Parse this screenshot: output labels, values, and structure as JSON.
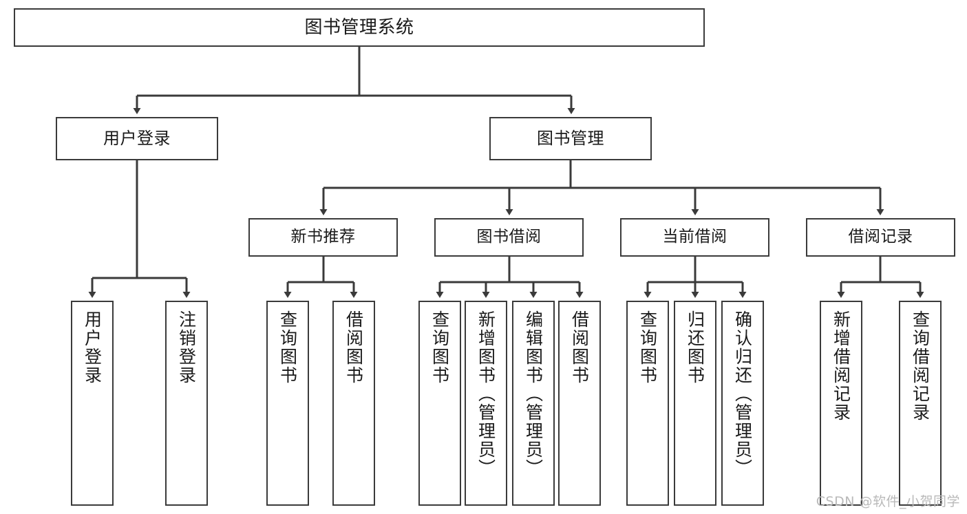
{
  "diagram": {
    "title": "图书管理系统",
    "type": "tree",
    "watermark": "CSDN @软件_小贺同学",
    "colors": {
      "box_border": "#3a3a3a",
      "box_fill": "#ffffff",
      "connector": "#3a3a3a",
      "text": "#1a1a1a",
      "watermark": "#b9b9b9"
    }
  },
  "nodes": {
    "root": {
      "label": "图书管理系统"
    },
    "level2": [
      {
        "label": "用户登录"
      },
      {
        "label": "图书管理"
      }
    ],
    "level3": [
      {
        "label": "新书推荐"
      },
      {
        "label": "图书借阅"
      },
      {
        "label": "当前借阅"
      },
      {
        "label": "借阅记录"
      }
    ],
    "leaves": {
      "user_login": [
        {
          "label": "用户登录"
        },
        {
          "label": "注销登录"
        }
      ],
      "new_book": [
        {
          "label": "查询图书"
        },
        {
          "label": "借阅图书"
        }
      ],
      "book_borrow": [
        {
          "label": "查询图书"
        },
        {
          "label": "新增图书（管理员）"
        },
        {
          "label": "编辑图书（管理员）"
        },
        {
          "label": "借阅图书"
        }
      ],
      "current_borrow": [
        {
          "label": "查询图书"
        },
        {
          "label": "归还图书"
        },
        {
          "label": "确认归还（管理员）"
        }
      ],
      "borrow_record": [
        {
          "label": "新增借阅记录"
        },
        {
          "label": "查询借阅记录"
        }
      ]
    }
  }
}
